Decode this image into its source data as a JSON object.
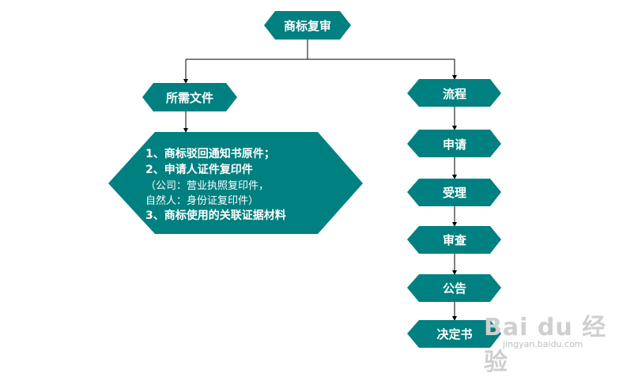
{
  "colors": {
    "node_fill": "#008080",
    "node_text": "#ffffff",
    "line": "#000000"
  },
  "nodes": {
    "root": "商标复审",
    "docs": "所需文件",
    "docs_detail": [
      "1、商标驳回通知书原件；",
      "2、申请人证件复印件",
      "（公司：营业执照复印件，",
      "自然人：身份证复印件）",
      "3、商标使用的关联证据材料"
    ],
    "process": "流程",
    "steps": [
      "申请",
      "受理",
      "审查",
      "公告",
      "决定书"
    ]
  },
  "watermark": {
    "logo": "Bai du 经验",
    "url": "jingyan.baidu.com"
  }
}
